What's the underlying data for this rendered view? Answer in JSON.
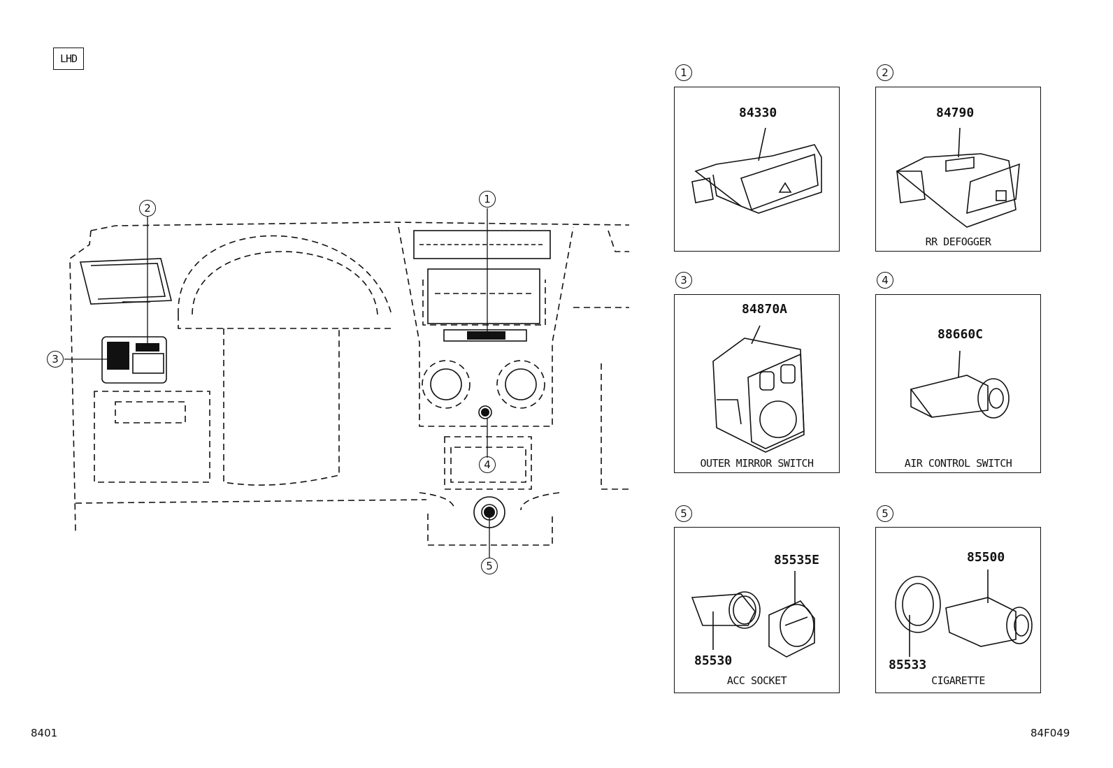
{
  "badge": "LHD",
  "callouts": [
    "1",
    "2",
    "3",
    "4",
    "5"
  ],
  "panels": [
    {
      "num": "1",
      "part": "84330",
      "caption": ""
    },
    {
      "num": "2",
      "part": "84790",
      "caption": "RR DEFOGGER"
    },
    {
      "num": "3",
      "part": "84870A",
      "caption": "OUTER MIRROR SWITCH"
    },
    {
      "num": "4",
      "part": "88660C",
      "caption": "AIR CONTROL SWITCH"
    },
    {
      "num": "5",
      "parts": [
        "85535E",
        "85530"
      ],
      "caption": "ACC SOCKET"
    },
    {
      "num": "5",
      "parts": [
        "85500",
        "85533"
      ],
      "caption": "CIGARETTE"
    }
  ],
  "footer": {
    "left": "8401",
    "right": "84F049"
  }
}
